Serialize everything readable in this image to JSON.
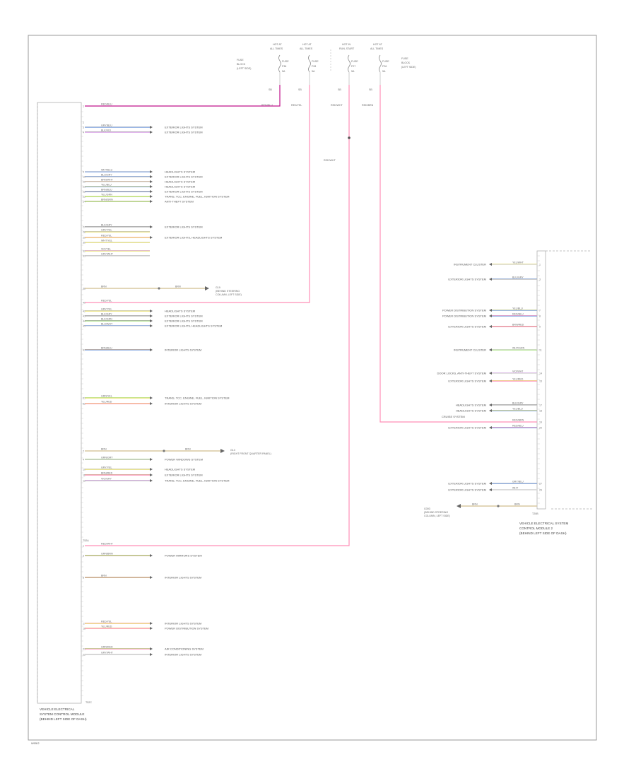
{
  "footer": {
    "code": "W05/2"
  },
  "fuses": [
    {
      "lines": [
        "HOT AT",
        "ALL TIMES"
      ],
      "ref": "FUSE",
      "sub": "F36",
      "amps": "5A"
    },
    {
      "lines": [
        "HOT AT",
        "ALL TIMES"
      ],
      "ref": "FUSE",
      "sub": "F28",
      "amps": "5A"
    },
    {
      "lines": [
        "HOT IN",
        "RUN, START"
      ],
      "ref": "FUSE",
      "sub": "F27",
      "amps": "5A"
    },
    {
      "lines": [
        "HOT AT",
        "ALL TIMES"
      ],
      "ref": "FUSE",
      "sub": "F26",
      "amps": "5A"
    }
  ],
  "fuse_tags": [
    "SB",
    "SB",
    "SB",
    "SB"
  ],
  "fuse_wire_labels": [
    "RED/BLU",
    "RED/YEL",
    "RED/WHT",
    "RED/BRN"
  ],
  "fuse_block_note_left": [
    "FUSE",
    "BLOCK",
    "(LEFT SIDE)"
  ],
  "fuse_block_note_right": [
    "FUSE",
    "BLOCK",
    "(LEFT SIDE)"
  ],
  "left_module": {
    "title_lines": [
      "VEHICLE ELECTRICAL",
      "SYSTEM CONTROL MODULE",
      "(BEHIND LEFT SIDE OF DASH)"
    ],
    "connector_a": "T52A",
    "connector_b": "T52C",
    "wires": [
      {
        "pin": "1",
        "color": "RED/BLU",
        "dest": ""
      },
      {
        "pin": "2",
        "color": "",
        "dest": ""
      },
      {
        "pin": "3",
        "color": "GRY/BLU",
        "dest": "EXTERIOR LIGHTS SYSTEM"
      },
      {
        "pin": "4",
        "color": "BLK/VIO",
        "dest": "EXTERIOR LIGHTS SYSTEM"
      },
      {
        "pin": "5",
        "color": "WHT/BLU",
        "dest": "HEADLIGHTS SYSTEM"
      },
      {
        "pin": "19",
        "color": "BLU/GRY",
        "dest": "EXTERIOR LIGHTS SYSTEM"
      },
      {
        "pin": "20",
        "color": "BRN/WHT",
        "dest": "HEADLIGHTS SYSTEM"
      },
      {
        "pin": "21",
        "color": "YEL/BLU",
        "dest": "HEADLIGHTS SYSTEM"
      },
      {
        "pin": "22",
        "color": "BRN/BLU",
        "dest": "EXTERIOR LIGHTS SYSTEM"
      },
      {
        "pin": "23",
        "color": "YEL/GRN",
        "dest": "TRANS, TCC, ENGINE, FUEL, IGNITION SYSTEM"
      },
      {
        "pin": "24",
        "color": "BRN/GRN",
        "dest": "ANTI-THEFT SYSTEM"
      },
      {
        "pin": "27",
        "color": "BLK/GRY",
        "dest": "EXTERIOR LIGHTS SYSTEM"
      },
      {
        "pin": "28",
        "color": "GRY/YEL",
        "dest": ""
      },
      {
        "pin": "29",
        "color": "RED/YEL",
        "dest": "EXTERIOR LIGHTS, HEADLIGHTS SYSTEM"
      },
      {
        "pin": "30",
        "color": "WHT/YEL",
        "dest": ""
      },
      {
        "pin": "32",
        "color": "VIO/YEL",
        "dest": ""
      },
      {
        "pin": "33",
        "color": "GRY/WHT",
        "dest": ""
      }
    ],
    "ground_a": {
      "pin": "38",
      "wire": "BRN",
      "wire2": "BRN",
      "note": [
        "G19",
        "(BEHIND STEERING",
        "COLUMN, LEFT SIDE)"
      ]
    },
    "wires_b": [
      {
        "pin": "40",
        "color": "RED/YEL",
        "dest": ""
      },
      {
        "pin": "42",
        "color": "GRY/YEL",
        "dest": "HEADLIGHTS SYSTEM"
      },
      {
        "pin": "43",
        "color": "BLK/GRY",
        "dest": "EXTERIOR LIGHTS SYSTEM"
      },
      {
        "pin": "44",
        "color": "BLK/GRN",
        "dest": "EXTERIOR LIGHTS SYSTEM"
      },
      {
        "pin": "45",
        "color": "BLU/WHT",
        "dest": "EXTERIOR LIGHTS, HEADLIGHTS SYSTEM"
      },
      {
        "pin": "47",
        "color": "BRN/BLU",
        "dest": "INTERIOR LIGHTS SYSTEM"
      },
      {
        "pin": "51",
        "color": "GRN/YEL",
        "dest": "TRANS, TCC, ENGINE, FUEL, IGNITION SYSTEM"
      },
      {
        "pin": "52",
        "color": "YEL/RED",
        "dest": "INTERIOR LIGHTS SYSTEM"
      }
    ],
    "ground_b": {
      "pin": "2",
      "wire": "BRN",
      "wire2": "BRN",
      "note": [
        "G13",
        "(RIGHT FRONT QUARTER PANEL)"
      ]
    },
    "wires_c": [
      {
        "pin": "4",
        "color": "GRN/GRY",
        "dest": "POWER WINDOWS SYSTEM"
      },
      {
        "pin": "10",
        "color": "GRY/YEL",
        "dest": "HEADLIGHTS SYSTEM"
      },
      {
        "pin": "11",
        "color": "BRN/RED",
        "dest": "EXTERIOR LIGHTS SYSTEM"
      },
      {
        "pin": "12",
        "color": "VIO/GRY",
        "dest": "TRANS, TCC, ENGINE, FUEL, IGNITION SYSTEM"
      }
    ],
    "wires_d": [
      {
        "pin": "1",
        "color": "RED/WHT",
        "dest": ""
      },
      {
        "pin": "3",
        "color": "GRN/BRN",
        "dest": "POWER MIRRORS SYSTEM"
      },
      {
        "pin": "8",
        "color": "BRN",
        "dest": "INTERIOR LIGHTS SYSTEM"
      },
      {
        "pin": "17",
        "color": "RED/YEL",
        "dest": "INTERIOR LIGHTS SYSTEM"
      },
      {
        "pin": "18",
        "color": "YEL/RED",
        "dest": "POWER DISTRIBUTION SYSTEM"
      },
      {
        "pin": "21",
        "color": "GRN/RED",
        "dest": "AIR CONDITIONING SYSTEM"
      },
      {
        "pin": "22",
        "color": "GRY/WHT",
        "dest": "INTERIOR LIGHTS SYSTEM"
      }
    ],
    "splice_label": "RED/WHT"
  },
  "right_module": {
    "title_lines": [
      "VEHICLE ELECTRICAL SYSTEM",
      "CONTROL MODULE 2",
      "(BEHIND LEFT SIDE OF DASH)"
    ],
    "connector": "T20B",
    "wires": [
      {
        "pin": "1",
        "color": "YEL/WHT",
        "dest": "INSTRUMENT CLUSTER"
      },
      {
        "pin": "3",
        "color": "BLU/GRY",
        "dest": "EXTERIOR LIGHTS SYSTEM"
      },
      {
        "pin": "7",
        "color": "YEL/BLU",
        "dest": "POWER DISTRIBUTION SYSTEM"
      },
      {
        "pin": "8",
        "color": "RED/BLU",
        "dest": "POWER DISTRIBUTION SYSTEM"
      },
      {
        "pin": "9",
        "color": "BRN/RED",
        "dest": "EXTERIOR LIGHTS SYSTEM"
      },
      {
        "pin": "11",
        "color": "WHT/GRN",
        "dest": "INSTRUMENT CLUSTER"
      },
      {
        "pin": "14",
        "color": "VIO/WHT",
        "dest": "DOOR LOCKS, ANTI-THEFT SYSTEM"
      },
      {
        "pin": "15",
        "color": "YEL/RED",
        "dest": "EXTERIOR LIGHTS SYSTEM"
      },
      {
        "pin": "17",
        "color": "BLK/GRY",
        "dest": "HEADLIGHTS SYSTEM"
      },
      {
        "pin": "18",
        "color": "YEL/BLU",
        "dest": "HEADLIGHTS SYSTEM"
      },
      {
        "pin": "19",
        "color": "RED/BRN",
        "dest": ""
      },
      {
        "pin": "20",
        "color": "RED/BLU",
        "dest": "EXTERIOR LIGHTS SYSTEM"
      },
      {
        "pin": "27",
        "color": "GRY/BLU",
        "dest": "EXTERIOR LIGHTS SYSTEM"
      },
      {
        "pin": "29",
        "color": "WHT",
        "dest": "EXTERIOR LIGHTS SYSTEM"
      }
    ],
    "ground": {
      "wire": "BRN",
      "wire2": "BRN",
      "note": [
        "G393",
        "(BEHIND STEERING",
        "COLUMN, LEFT SIDE)"
      ]
    },
    "left_note": "CRUISE SYSTEM"
  },
  "mid_wire_label": "RED/WHT",
  "colors": {
    "pink": "#ff8fb8",
    "magenta": "#c0148c",
    "blue": "#5a5ad6",
    "green": "#a8e080",
    "orange": "#e8a6a0",
    "tan": "#ead6a0",
    "gray": "#c8c8c8"
  }
}
